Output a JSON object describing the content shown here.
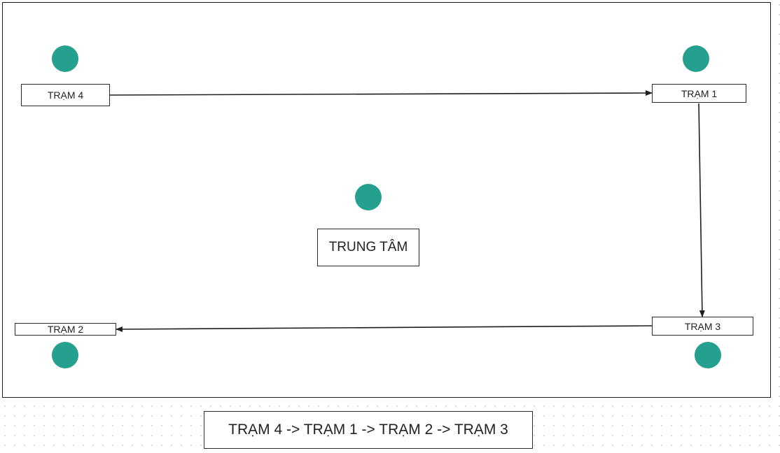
{
  "nodes": {
    "station_4": "TRẠM 4",
    "station_1": "TRẠM 1",
    "station_2": "TRẠM 2",
    "station_3": "TRẠM 3",
    "center": "TRUNG TÂM"
  },
  "route": {
    "text": "TRẠM 4 -> TRẠM 1 -> TRẠM 2 -> TRẠM 3"
  },
  "colors": {
    "node_dot": "#26a08e",
    "stroke": "#1f1f1f"
  }
}
